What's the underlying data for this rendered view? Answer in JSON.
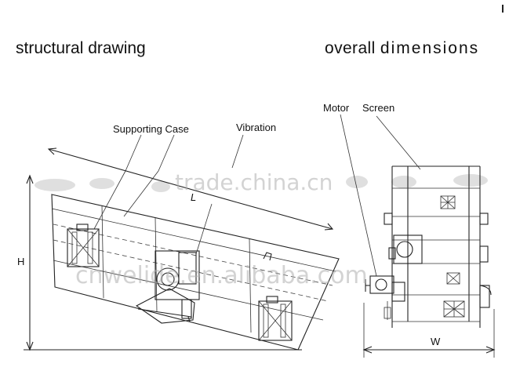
{
  "headers": {
    "left": "structural drawing",
    "right_a": "overall",
    "right_b": "dimensions"
  },
  "labels": {
    "supporting_case": "Supporting Case",
    "vibration": "Vibration",
    "motor": "Motor",
    "screen": "Screen"
  },
  "dimensions": {
    "length": "L",
    "height": "H",
    "width": "W"
  },
  "watermarks": {
    "top": "trade.china.cn",
    "bottom": "cnwelide.en.alibaba.com"
  }
}
